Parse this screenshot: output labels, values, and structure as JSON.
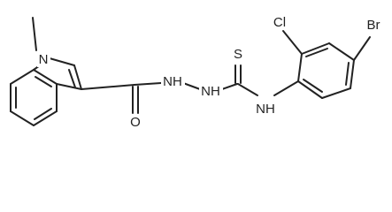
{
  "molecule": {
    "atoms": {
      "n_indole": "N",
      "o_carbonyl": "O",
      "nh_hydrazide_1": "NH",
      "nh_hydrazide_2": "NH",
      "s_thione": "S",
      "nh_amide": "NH",
      "cl": "Cl",
      "br": "Br"
    }
  }
}
